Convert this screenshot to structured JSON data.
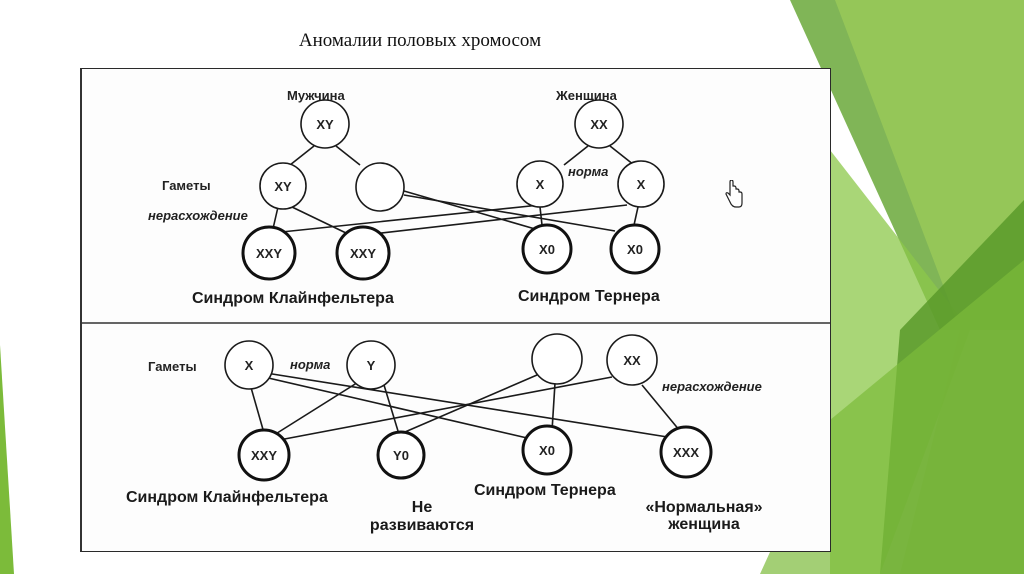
{
  "slide": {
    "title": "Аномалии половых хромосом"
  },
  "colors": {
    "green_dark": "#5a9a2a",
    "green_mid": "#7cbb3a",
    "green_light": "#a6d35a",
    "green_pale": "#cfe8a0"
  },
  "top": {
    "male_label": "Мужчина",
    "female_label": "Женщина",
    "male_node": "XY",
    "female_node": "XX",
    "gametes_label": "Гаметы",
    "nondisjunction_label": "нерасхождение",
    "norma_label": "норма",
    "gamete_xy": "XY",
    "gamete_empty": "",
    "gamete_x1": "X",
    "gamete_x2": "X",
    "offspring": [
      "XXY",
      "XXY",
      "X0",
      "X0"
    ],
    "klinefelter_label": "Синдром Клайнфельтера",
    "turner_label": "Синдром Тернера"
  },
  "bottom": {
    "gametes_label": "Гаметы",
    "norma_label": "норма",
    "nondisjunction_label": "нерасхождение",
    "gamete_x": "X",
    "gamete_y": "Y",
    "gamete_empty": "",
    "gamete_xx": "XX",
    "offspring": [
      "XXY",
      "Y0",
      "X0",
      "XXX"
    ],
    "klinefelter_label": "Синдром Клайнфельтера",
    "not_develop_line1": "Не",
    "not_develop_line2": "развиваются",
    "turner_label": "Синдром Тернера",
    "normal_female_line1": "«Нормальная»",
    "normal_female_line2": "женщина"
  }
}
